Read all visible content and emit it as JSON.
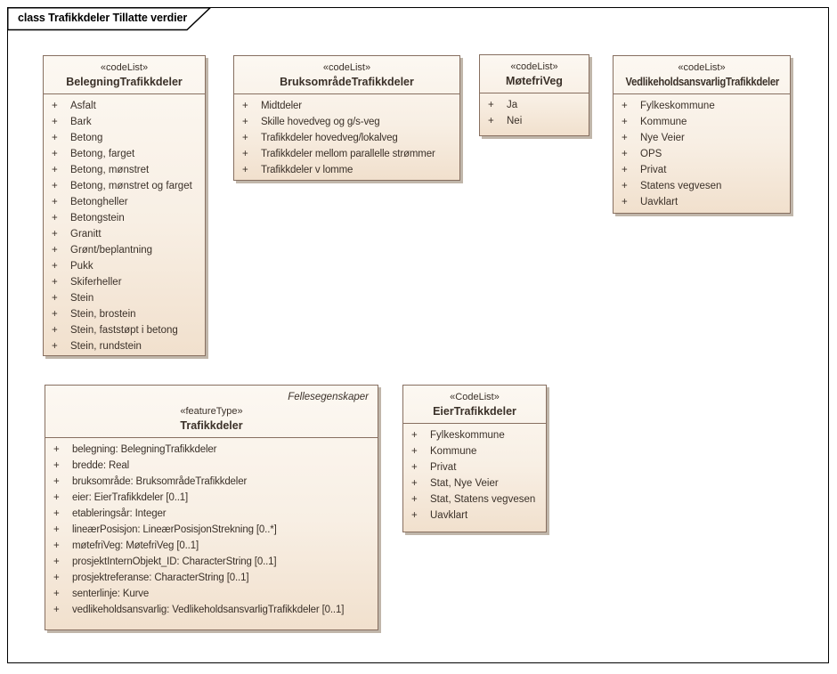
{
  "frame": {
    "title": "class Trafikkdeler Tillatte verdier"
  },
  "visibility_symbol": "+",
  "colors": {
    "box_fill_top": "#fcf8f2",
    "box_fill_bottom": "#f1e0cd",
    "box_border": "#876f60",
    "box_shadow": "#c0b6aa",
    "text_color": "#3a3028",
    "frame_border": "#000000",
    "tab_bg": "#ffffff"
  },
  "classes": [
    {
      "id": "belegning-trafikkdeler",
      "stereotype": "«codeList»",
      "name": "BelegningTrafikkdeler",
      "header_note": null,
      "attributes": [
        "Asfalt",
        "Bark",
        "Betong",
        "Betong, farget",
        "Betong, mønstret",
        "Betong, mønstret og farget",
        "Betongheller",
        "Betongstein",
        "Granitt",
        "Grønt/beplantning",
        "Pukk",
        "Skiferheller",
        "Stein",
        "Stein, brostein",
        "Stein, faststøpt i betong",
        "Stein, rundstein"
      ]
    },
    {
      "id": "bruksomrade-trafikkdeler",
      "stereotype": "«codeList»",
      "name": "BruksområdeTrafikkdeler",
      "header_note": null,
      "attributes": [
        "Midtdeler",
        "Skille hovedveg og g/s-veg",
        "Trafikkdeler hovedveg/lokalveg",
        "Trafikkdeler mellom parallelle strømmer",
        "Trafikkdeler v lomme"
      ]
    },
    {
      "id": "motefri-veg",
      "stereotype": "«codeList»",
      "name": "MøtefriVeg",
      "header_note": null,
      "attributes": [
        "Ja",
        "Nei"
      ]
    },
    {
      "id": "vedlikeholdsansvarlig-trafikkdeler",
      "stereotype": "«codeList»",
      "name": "VedlikeholdsansvarligTrafikkdeler",
      "header_note": null,
      "attributes": [
        "Fylkeskommune",
        "Kommune",
        "Nye Veier",
        "OPS",
        "Privat",
        "Statens vegvesen",
        "Uavklart"
      ]
    },
    {
      "id": "trafikkdeler",
      "stereotype": "«featureType»",
      "name": "Trafikkdeler",
      "header_note": "Fellesegenskaper",
      "attributes": [
        "belegning: BelegningTrafikkdeler",
        "bredde: Real",
        "bruksområde: BruksområdeTrafikkdeler",
        "eier: EierTrafikkdeler [0..1]",
        "etableringsår: Integer",
        "lineærPosisjon: LineærPosisjonStrekning [0..*]",
        "møtefriVeg: MøtefriVeg [0..1]",
        "prosjektInternObjekt_ID: CharacterString [0..1]",
        "prosjektreferanse: CharacterString [0..1]",
        "senterlinje: Kurve",
        "vedlikeholdsansvarlig: VedlikeholdsansvarligTrafikkdeler [0..1]"
      ]
    },
    {
      "id": "eier-trafikkdeler",
      "stereotype": "«CodeList»",
      "name": "EierTrafikkdeler",
      "header_note": null,
      "attributes": [
        "Fylkeskommune",
        "Kommune",
        "Privat",
        "Stat, Nye Veier",
        "Stat, Statens vegvesen",
        "Uavklart"
      ]
    }
  ]
}
